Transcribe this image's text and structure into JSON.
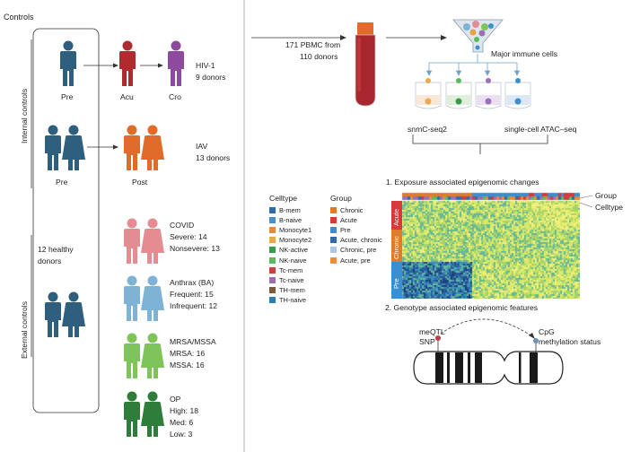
{
  "left": {
    "controls_title": "Controls",
    "internal_label": "Internal controls",
    "external_label": "External controls",
    "healthy_donors": [
      "12 healthy",
      "donors"
    ],
    "hiv": {
      "pre": "Pre",
      "acu": "Acu",
      "cro": "Cro",
      "name": "HIV-1",
      "donors": "9 donors"
    },
    "iav": {
      "pre": "Pre",
      "post": "Post",
      "name": "IAV",
      "donors": "13 donors"
    },
    "covid": {
      "name": "COVID",
      "l1": "Severe: 14",
      "l2": "Nonsevere: 13"
    },
    "anthrax": {
      "name": "Anthrax (BA)",
      "l1": "Frequent: 15",
      "l2": "Infrequent: 12"
    },
    "mrsa": {
      "name": "MRSA/MSSA",
      "l1": "MRSA: 16",
      "l2": "MSSA: 16"
    },
    "op": {
      "name": "OP",
      "l1": "High: 18",
      "l2": "Med: 6",
      "l3": "Low: 3"
    }
  },
  "right": {
    "pbmc": [
      "171 PBMC from",
      "110 donors"
    ],
    "major_cells": "Major immune cells",
    "assay_left": "snmC-seq2",
    "assay_right": "single-cell ATAC–seq",
    "section1": "1. Exposure associated epigenomic changes",
    "section2": "2. Genotype associated epigenomic features",
    "heatmap_group": "Group",
    "heatmap_celltype": "Celltype",
    "row_labels": [
      "Acute",
      "Chronic",
      "Pre"
    ],
    "meqtl": [
      "meQTL",
      "SNP"
    ],
    "cpg": [
      "CpG",
      "methylation status"
    ]
  },
  "legend": {
    "celltype_title": "Celltype",
    "group_title": "Group",
    "celltypes": [
      {
        "label": "B-mem",
        "color": "#2d6ea8"
      },
      {
        "label": "B-naive",
        "color": "#4a90c6"
      },
      {
        "label": "Monocyte1",
        "color": "#e8893a"
      },
      {
        "label": "Monocyte2",
        "color": "#f0a64c"
      },
      {
        "label": "NK-active",
        "color": "#3a9a4a"
      },
      {
        "label": "NK-naive",
        "color": "#5cb85c"
      },
      {
        "label": "Tc-mem",
        "color": "#c94040"
      },
      {
        "label": "Tc-naive",
        "color": "#9a6fb8"
      },
      {
        "label": "TH-mem",
        "color": "#7d5a3c"
      },
      {
        "label": "TH-naive",
        "color": "#2a7fb0"
      }
    ],
    "groups": [
      {
        "label": "Chronic",
        "color": "#e07b2a"
      },
      {
        "label": "Acute",
        "color": "#d63a3a"
      },
      {
        "label": "Pre",
        "color": "#3a8fd0"
      },
      {
        "label": "Acute, chronic",
        "color": "#2e6ba6"
      },
      {
        "label": "Chronic, pre",
        "color": "#a9c8e8"
      },
      {
        "label": "Acute, pre",
        "color": "#e8912e"
      }
    ]
  },
  "colors": {
    "pre": "#2e5f7e",
    "hiv_acu": "#b02a2f",
    "hiv_cro": "#8e4a9e",
    "iav_post": "#e06b2a",
    "covid": "#e58c92",
    "anthrax": "#7fb3d5",
    "mrsa": "#7fc45a",
    "op": "#2e7d3a"
  }
}
